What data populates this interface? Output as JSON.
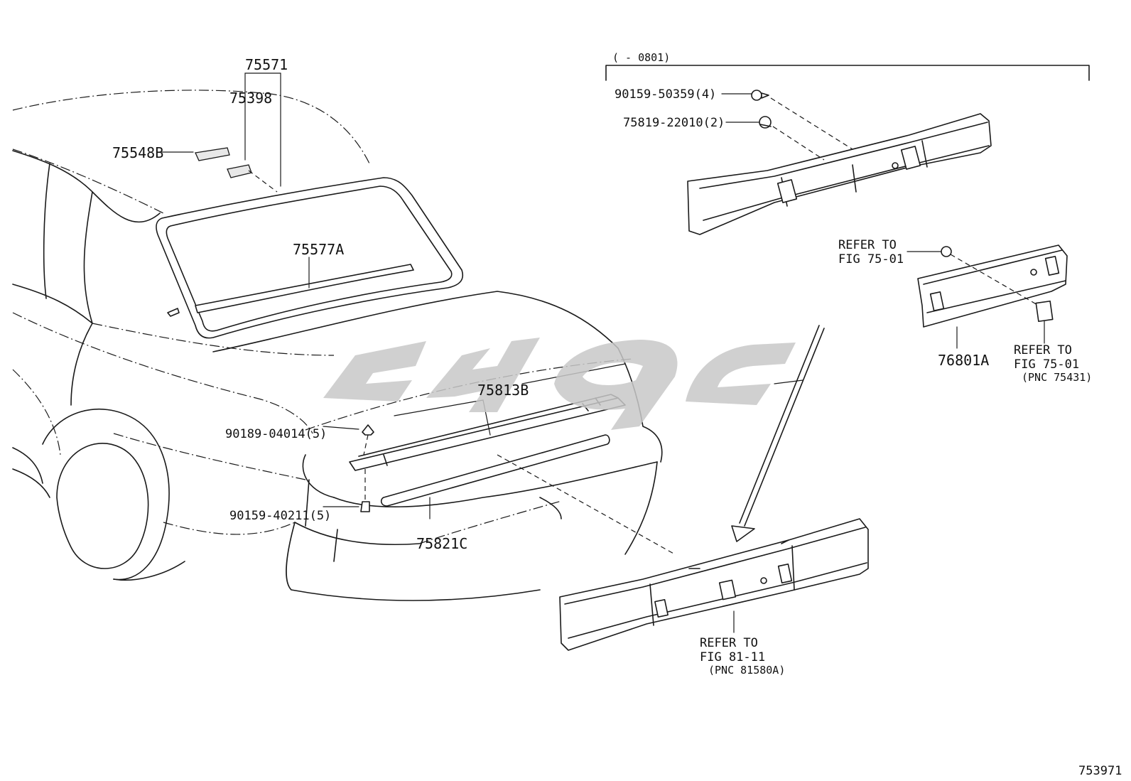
{
  "labels": {
    "p75571": "75571",
    "p75398": "75398",
    "p75548b": "75548B",
    "p75577a": "75577A",
    "p75813b": "75813B",
    "p75821c": "75821C",
    "p90189": "90189-04014(5)",
    "p90159_40211": "90159-40211(5)",
    "range": "(    - 0801)",
    "p90159_50359": "90159-50359(4)",
    "p75819": "75819-22010(2)",
    "refer_a_line1": "REFER TO",
    "refer_a_line2": "FIG 75-01",
    "refer_b_line1": "REFER TO",
    "refer_b_line2": "FIG 75-01",
    "refer_b_pnc": "(PNC 75431)",
    "p76801a": "76801A",
    "refer_c_line1": "REFER TO",
    "refer_c_line2": "FIG 81-11",
    "refer_c_pnc": "(PNC 81580A)",
    "figure_no": "753971"
  },
  "watermark_color": "#c8c8c8"
}
